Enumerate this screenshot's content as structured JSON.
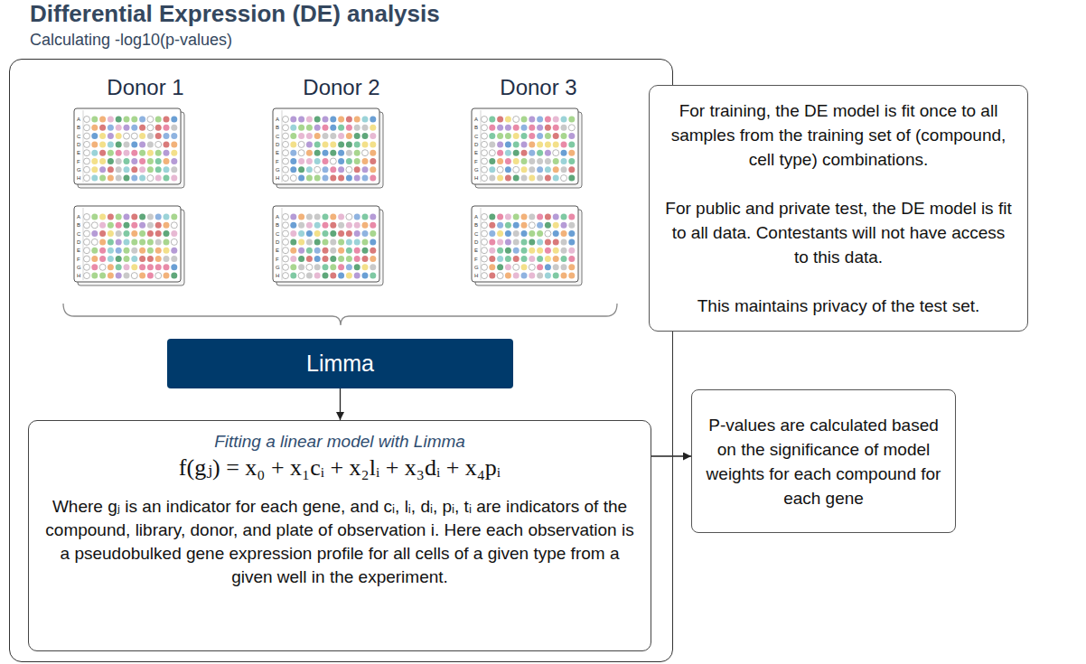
{
  "diagram": {
    "title": "Differential Expression (DE) analysis",
    "nodes": [
      {
        "text": [
          "Donor 1",
          "Donor 2",
          "Donor 3"
        ]
      },
      {
        "text": [
          "For training, the DE model is fit once to all samples from the training set of (compound, cell type) combinations.",
          "For public and private test, the DE model is fit to all data. Contestants will not have access to this data.",
          "This maintains privacy of the test set."
        ]
      },
      {
        "text": [
          "Limma"
        ],
        "in": 0
      },
      {
        "text": [
          "Fitting a linear model with Limma",
          "f(gⱼ) = x₀ + x₁cᵢ + x₂lᵢ + x₃dᵢ + x₄pᵢ",
          "Where gⱼ is an indicator for each gene, and cᵢ, lᵢ, dᵢ, pᵢ, tᵢ are indicators of the compound, library, donor, and plate of observation i. Here each observation is a pseudobulked gene expression profile for all cells of a given type from a given well in the experiment."
        ],
        "in": 0
      },
      {
        "text": [
          "P-values are calculated based on the significance of model weights for each compound for each gene"
        ]
      }
    ],
    "edges": [
      {
        "from": 2,
        "to": 3,
        "arrow": "to"
      },
      {
        "from": 3,
        "to": 4,
        "arrow": "to"
      }
    ],
    "labels": [
      "Calculating -log10(p-values)",
      "A",
      "B",
      "C",
      "D",
      "E",
      "F",
      "G",
      "H",
      "A",
      "B",
      "C",
      "D",
      "E",
      "F",
      "G",
      "H",
      "A",
      "B",
      "C",
      "D",
      "E",
      "F",
      "G",
      "H",
      "A",
      "B",
      "C",
      "D",
      "E",
      "F",
      "G",
      "H",
      "A",
      "B",
      "C",
      "D",
      "E",
      "F",
      "G",
      "H",
      "A",
      "B",
      "C",
      "D",
      "E",
      "F",
      "G",
      "H"
    ]
  }
}
